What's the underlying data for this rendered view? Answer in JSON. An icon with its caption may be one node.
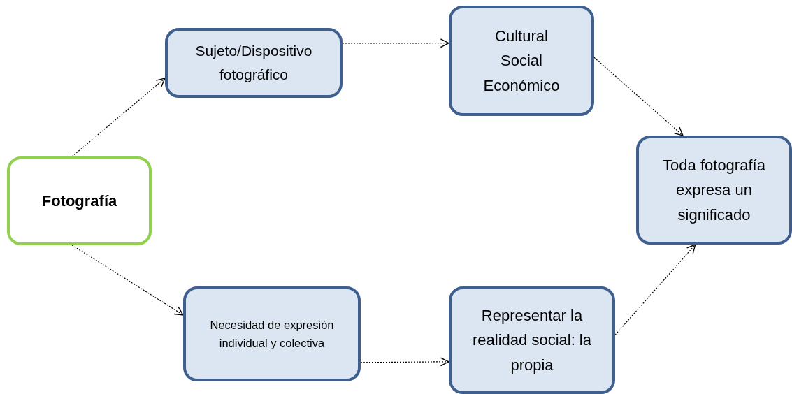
{
  "diagram": {
    "nodes": [
      {
        "text": [
          "Fotografía"
        ]
      },
      {
        "text": [
          "Sujeto/Dispositivo fotográfico"
        ]
      },
      {
        "text": [
          "Cultural Social Económico"
        ]
      },
      {
        "text": [
          "Toda fotografía expresa un significado"
        ]
      },
      {
        "text": [
          "Necesidad de expresión individual y colectiva"
        ]
      },
      {
        "text": [
          "Representar la realidad social: la propia"
        ]
      }
    ],
    "edges": [
      {
        "from": 0,
        "to": 1,
        "arrow": "to",
        "style": "dashed"
      },
      {
        "from": 1,
        "to": 2,
        "arrow": "to",
        "style": "dashed"
      },
      {
        "from": 2,
        "to": 3,
        "arrow": "to",
        "style": "dashed"
      },
      {
        "from": 0,
        "to": 4,
        "arrow": "to",
        "style": "dashed"
      },
      {
        "from": 4,
        "to": 5,
        "arrow": "to",
        "style": "dashed"
      },
      {
        "from": 5,
        "to": 3,
        "arrow": "to",
        "style": "dashed"
      }
    ]
  }
}
